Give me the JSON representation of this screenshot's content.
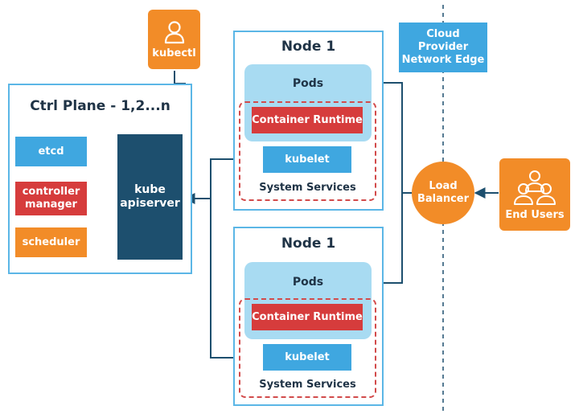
{
  "kubectl": {
    "label": "kubectl",
    "icon": "user-icon"
  },
  "ctrl_plane": {
    "title": "Ctrl Plane - 1,2...n",
    "etcd": "etcd",
    "controller_line1": "controller",
    "controller_line2": "manager",
    "scheduler": "scheduler",
    "apiserver_line1": "kube",
    "apiserver_line2": "apiserver"
  },
  "nodes": [
    {
      "title": "Node 1",
      "pods": "Pods",
      "runtime": "Container Runtime",
      "kubelet": "kubelet",
      "system_services": "System Services"
    },
    {
      "title": "Node 1",
      "pods": "Pods",
      "runtime": "Container Runtime",
      "kubelet": "kubelet",
      "system_services": "System Services"
    }
  ],
  "cloud": {
    "line1": "Cloud",
    "line2": "Provider",
    "line3": "Network Edge"
  },
  "load_balancer": {
    "line1": "Load",
    "line2": "Balancer"
  },
  "end_users": {
    "label": "End Users",
    "icon": "users-group-icon"
  },
  "colors": {
    "outline": "#5bb6e6",
    "orange": "#f28c28",
    "blue": "#3fa7e0",
    "red": "#d63c3c",
    "navy": "#1d4f6e",
    "light_blue": "#a8dbf2",
    "line": "#1d4f6e"
  }
}
